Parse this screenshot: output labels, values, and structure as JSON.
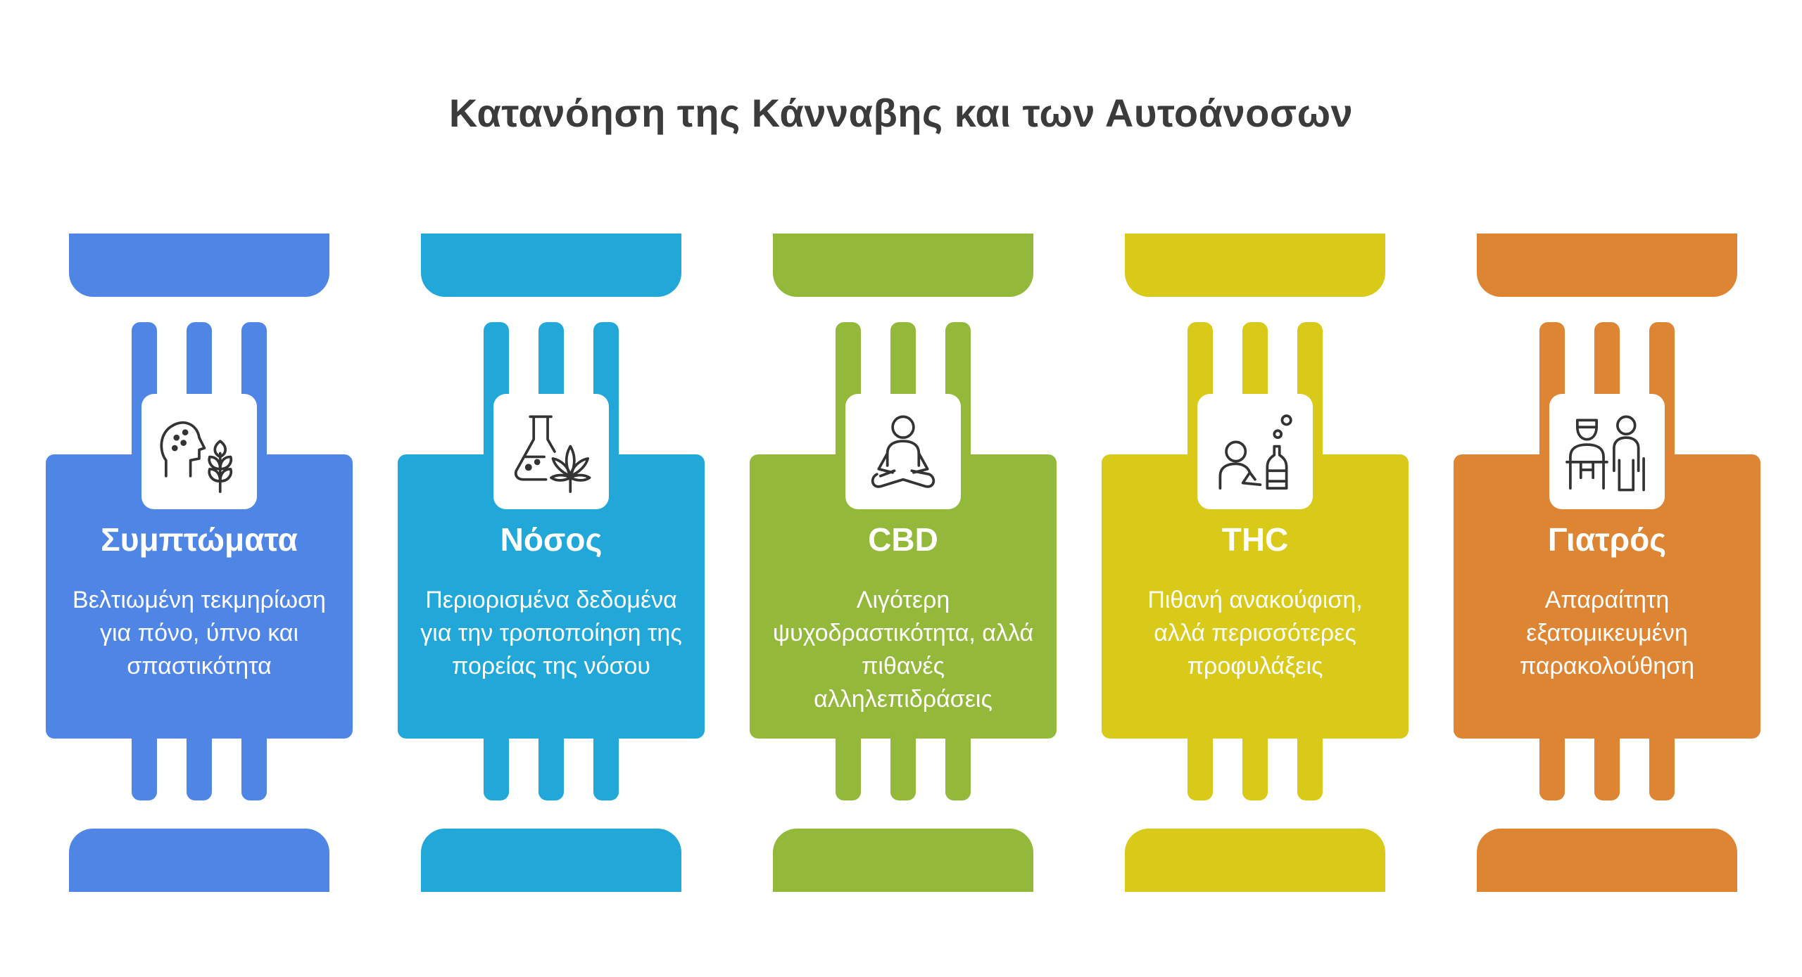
{
  "title": "Κατανόηση της Κάνναβης και των Αυτοάνοσων",
  "pillars": [
    {
      "heading": "Συμπτώματα",
      "description": "Βελτιωμένη τεκμηρίωση για πόνο, ύπνο και σπαστικότητα",
      "color": "#4f86e6",
      "icon": "head-and-wheat-icon"
    },
    {
      "heading": "Νόσος",
      "description": "Περιορισμένα δεδομένα για την τροποποίηση της πορείας της νόσου",
      "color": "#22a8d8",
      "icon": "flask-and-cannabis-leaf-icon"
    },
    {
      "heading": "CBD",
      "description": "Λιγότερη ψυχοδραστικότητα, αλλά πιθανές αλληλεπιδράσεις",
      "color": "#93b83a",
      "icon": "relaxed-person-icon"
    },
    {
      "heading": "THC",
      "description": "Πιθανή ανακούφιση, αλλά περισσότερες προφυλάξεις",
      "color": "#d9c918",
      "icon": "person-and-bottle-icon"
    },
    {
      "heading": "Γιατρός",
      "description": "Απαραίτητη εξατομικευμένη παρακολούθηση",
      "color": "#de8533",
      "icon": "doctor-and-patient-icon"
    }
  ]
}
